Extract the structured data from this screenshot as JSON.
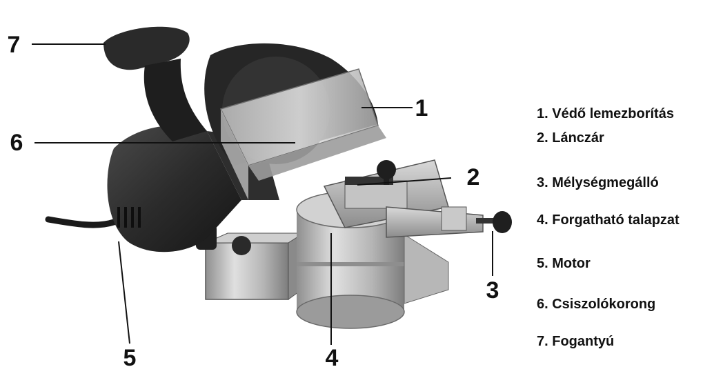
{
  "callouts": {
    "c1": "1",
    "c2": "2",
    "c3": "3",
    "c4": "4",
    "c5": "5",
    "c6": "6",
    "c7": "7"
  },
  "legend": {
    "items": [
      "1. Védő lemezborítás",
      "2. Lánczár",
      "3. Mélységmegálló",
      "4. Forgatható talapzat",
      "5. Motor",
      "6. Csiszolókorong",
      "7. Fogantyú"
    ]
  }
}
